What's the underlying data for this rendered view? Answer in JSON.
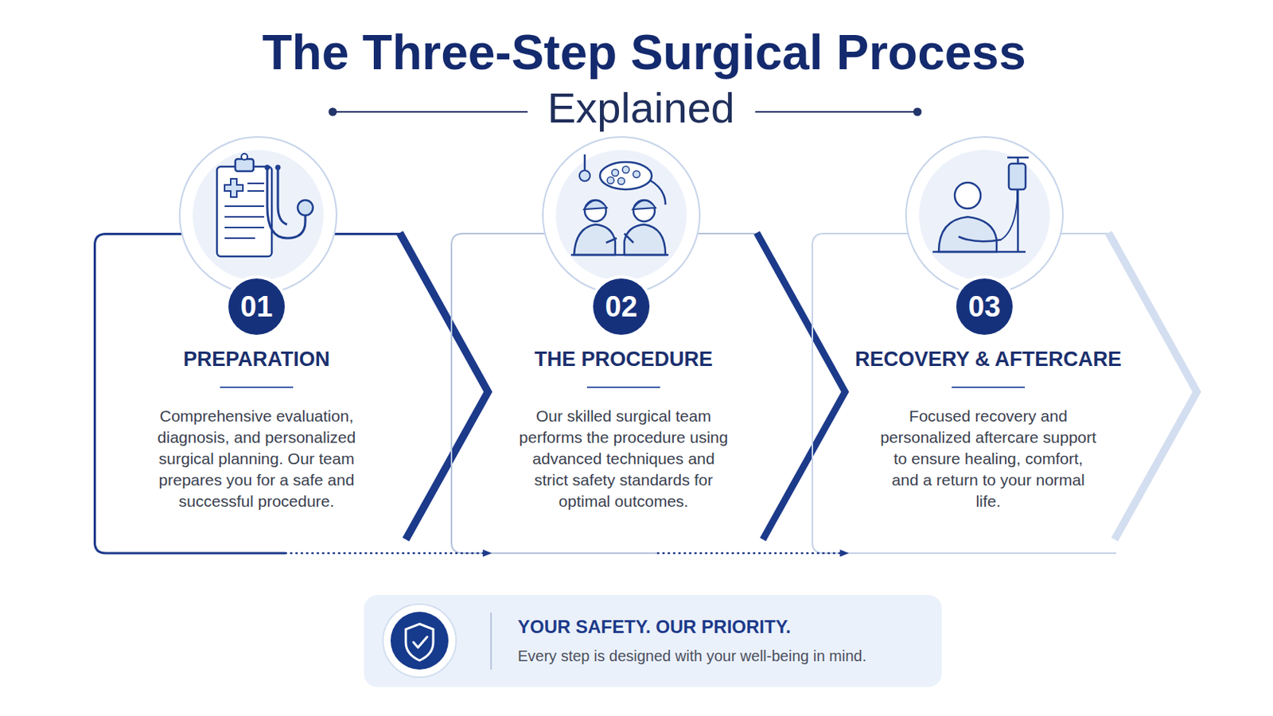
{
  "diagram": {
    "title": "The Three-Step Surgical Process",
    "nodes": [
      {
        "text": [
          "PREPARATION",
          "Comprehensive evaluation, diagnosis, and personalized surgical planning. Our team prepares you for a safe and successful procedure."
        ]
      },
      {
        "text": [
          "01"
        ],
        "in": 0
      },
      {
        "text": [
          "THE PROCEDURE",
          "Our skilled surgical team performs the procedure using advanced techniques and strict safety standards for optimal outcomes."
        ]
      },
      {
        "text": [
          "02"
        ],
        "in": 2
      },
      {
        "text": [
          "RECOVERY & AFTERCARE",
          "Focused recovery and personalized aftercare support to ensure healing, comfort, and a return to your normal life."
        ]
      },
      {
        "text": [
          "03"
        ],
        "in": 4
      },
      {
        "text": [
          "YOUR SAFETY. OUR PRIORITY.",
          "Every step is designed with your well-being in mind."
        ]
      }
    ],
    "edges": [
      {
        "from": 0,
        "to": 2,
        "arrow": "to"
      },
      {
        "from": 2,
        "to": 4,
        "arrow": "to"
      }
    ],
    "labels": [
      "Explained"
    ]
  }
}
